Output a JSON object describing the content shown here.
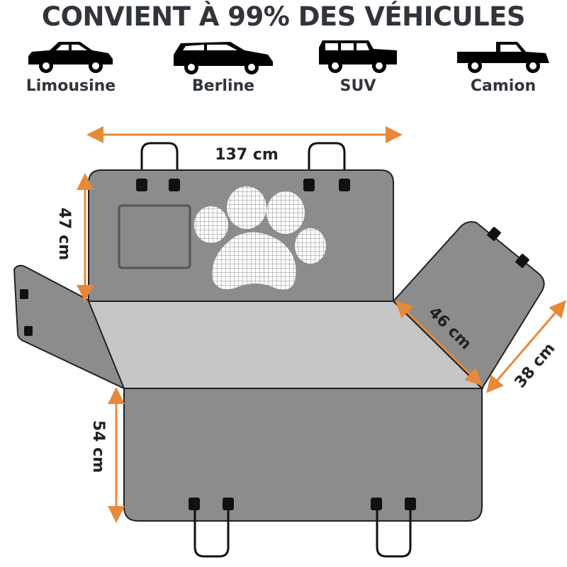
{
  "title": "CONVIENT À 99% DES VÉHICULES",
  "vehicles": [
    {
      "label": "Limousine",
      "icon": "sedan-car-icon"
    },
    {
      "label": "Berline",
      "icon": "wagon-car-icon"
    },
    {
      "label": "SUV",
      "icon": "suv-car-icon"
    },
    {
      "label": "Camion",
      "icon": "pickup-truck-icon"
    }
  ],
  "dimensions": {
    "width": "137 cm",
    "backrest_height": "47 cm",
    "seat_depth": "54 cm",
    "side_flap_length": "46 cm",
    "side_flap_width": "38 cm"
  },
  "colors": {
    "arrow": "#e8893a",
    "panel": "#8c8c8c",
    "seat": "#c6c6c6",
    "text": "#30353b"
  }
}
